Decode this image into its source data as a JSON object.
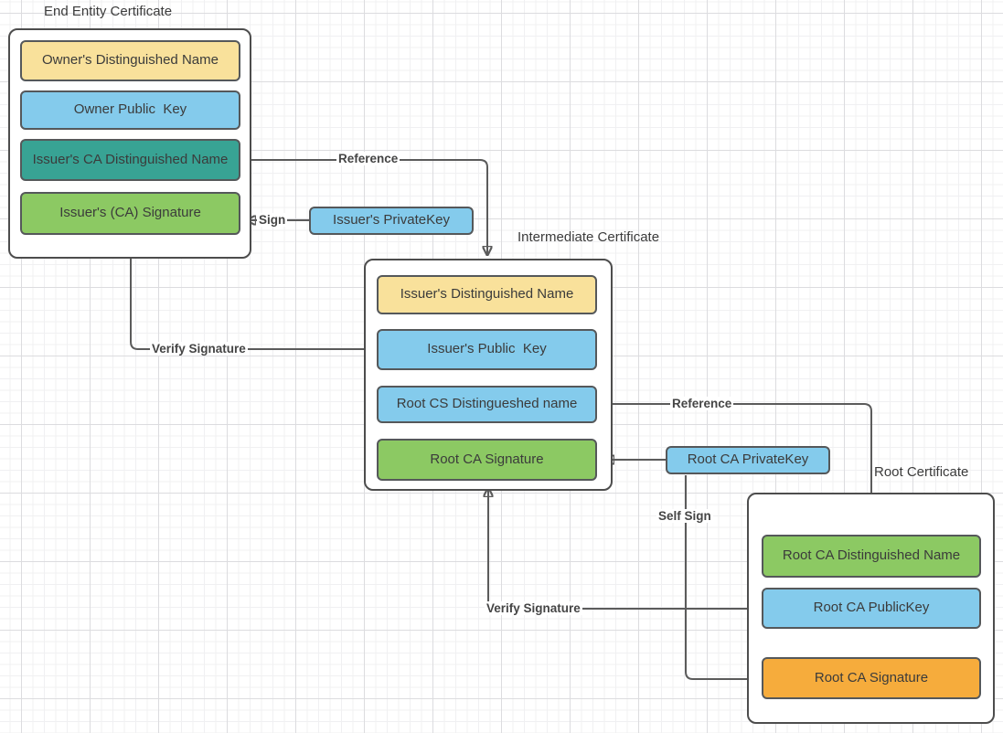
{
  "colors": {
    "yellow": "#F9E19B",
    "blue": "#84CBEC",
    "teal": "#38A394",
    "green": "#8CC963",
    "orange": "#F6AC3C",
    "line": "#5B5B5B",
    "box_border": "#55585A",
    "container_bg": "#FFFFFF",
    "container_border": "#4D4D4D",
    "text": "#3B3B3B",
    "label_text": "#454545",
    "grid_minor": "#F0F0F2",
    "grid_major": "#DCDCDF"
  },
  "groups": {
    "end_entity": {
      "title": "End Entity Certificate",
      "fields": [
        {
          "label": "Owner's Distinguished Name",
          "color": "yellow"
        },
        {
          "label": "Owner Public  Key",
          "color": "blue"
        },
        {
          "label": "Issuer's CA Distinguished Name",
          "color": "teal"
        },
        {
          "label": "Issuer's (CA) Signature",
          "color": "green"
        }
      ]
    },
    "intermediate": {
      "title": "Intermediate Certificate",
      "fields": [
        {
          "label": "Issuer's Distinguished Name",
          "color": "yellow"
        },
        {
          "label": "Issuer's Public  Key",
          "color": "blue"
        },
        {
          "label": "Root CS Distingueshed name",
          "color": "blue"
        },
        {
          "label": "Root CA Signature",
          "color": "green"
        }
      ]
    },
    "root": {
      "title": "Root Certificate",
      "fields": [
        {
          "label": "Root CA Distinguished Name",
          "color": "green"
        },
        {
          "label": "Root CA PublicKey",
          "color": "blue"
        },
        {
          "label": "Root CA Signature",
          "color": "orange"
        }
      ]
    }
  },
  "keys": {
    "issuer_private_key": {
      "label": "Issuer's PrivateKey",
      "color": "blue"
    },
    "root_ca_private_key": {
      "label": "Root CA PrivateKey",
      "color": "blue"
    }
  },
  "arrow_labels": {
    "reference_1": "Reference",
    "sign": "Sign",
    "verify_signature_1": "Verify Signature",
    "reference_2": "Reference",
    "self_sign": "Self Sign",
    "verify_signature_2": "Verify Signature"
  }
}
